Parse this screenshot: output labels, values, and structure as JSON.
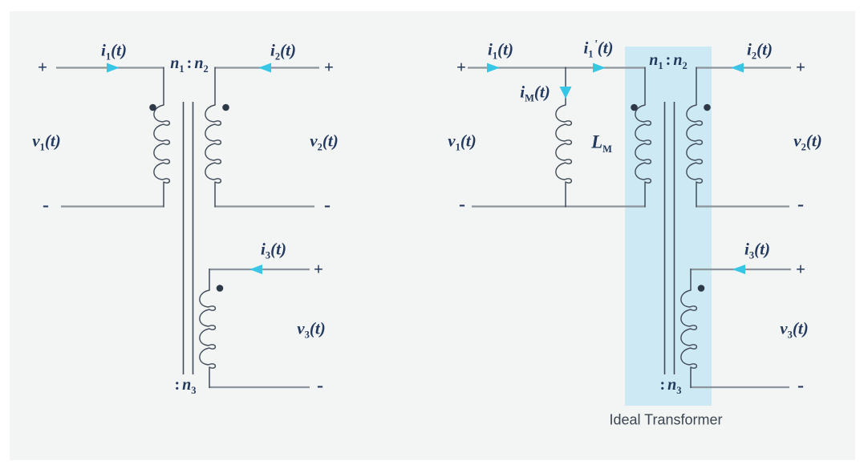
{
  "diagram": {
    "caption": "Ideal Transformer",
    "signs": {
      "plus": "+",
      "minus": "-"
    },
    "left_circuit": {
      "i1": {
        "base": "i",
        "sub": "1",
        "rest": "(t)"
      },
      "i2": {
        "base": "i",
        "sub": "2",
        "rest": "(t)"
      },
      "i3": {
        "base": "i",
        "sub": "3",
        "rest": "(t)"
      },
      "v1": {
        "base": "v",
        "sub": "1",
        "rest": "(t)"
      },
      "v2": {
        "base": "v",
        "sub": "2",
        "rest": "(t)"
      },
      "v3": {
        "base": "v",
        "sub": "3",
        "rest": "(t)"
      },
      "turns_ratio": {
        "a": "n",
        "a_sub": "1",
        "colon": ":",
        "b": "n",
        "b_sub": "2"
      },
      "n3_ratio": {
        "colon": ":",
        "n": "n",
        "n_sub": "3"
      }
    },
    "right_circuit": {
      "i1": {
        "base": "i",
        "sub": "1",
        "rest": "(t)"
      },
      "i1_prime": {
        "base": "i",
        "sub": "1",
        "prime": "'",
        "rest": "(t)"
      },
      "i_m": {
        "base": "i",
        "sub": "M",
        "rest": "(t)"
      },
      "l_m": {
        "base": "L",
        "sub": "M"
      },
      "i2": {
        "base": "i",
        "sub": "2",
        "rest": "(t)"
      },
      "i3": {
        "base": "i",
        "sub": "3",
        "rest": "(t)"
      },
      "v1": {
        "base": "v",
        "sub": "1",
        "rest": "(t)"
      },
      "v2": {
        "base": "v",
        "sub": "2",
        "rest": "(t)"
      },
      "v3": {
        "base": "v",
        "sub": "3",
        "rest": "(t)"
      },
      "turns_ratio": {
        "a": "n",
        "a_sub": "1",
        "colon": ":",
        "b": "n",
        "b_sub": "2"
      },
      "n3_ratio": {
        "colon": ":",
        "n": "n",
        "n_sub": "3"
      }
    },
    "colors": {
      "arrow_cyan": "#38c6e6",
      "highlight_band": "#cdeaf4",
      "wire_gray": "#8d959c",
      "wire_dark": "#414c58",
      "text_navy": "#24395e",
      "caption_color": "#3b4651",
      "panel_background": "#f3f5f4"
    }
  }
}
